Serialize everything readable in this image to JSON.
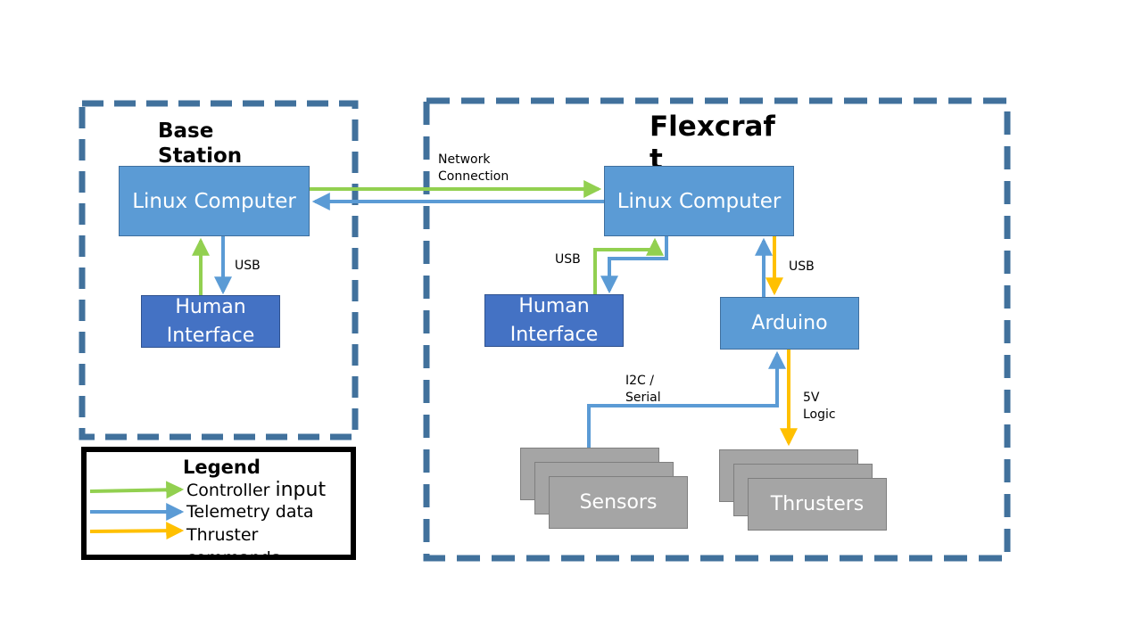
{
  "base_station": {
    "title": "Base Station",
    "computer": "Linux Computer",
    "human_interface": "Human Interface",
    "usb_label": "USB"
  },
  "network_label": "Network Connection",
  "flexcraft": {
    "title": "Flexcraft",
    "computer": "Linux Computer",
    "human_interface": "Human Interface",
    "arduino": "Arduino",
    "sensors": "Sensors",
    "thrusters": "Thrusters",
    "usb_label_left": "USB",
    "usb_label_right": "USB",
    "i2c_label": "I2C / Serial",
    "logic_label": "5V Logic"
  },
  "legend": {
    "title": "Legend",
    "items": [
      {
        "label_a": "Controller ",
        "label_b": "input",
        "color": "#92d050"
      },
      {
        "label_a": "Telemetry data",
        "label_b": "",
        "color": "#5b9bd5"
      },
      {
        "label_a": "Thruster commands",
        "label_b": "",
        "color": "#ffc000"
      }
    ]
  },
  "colors": {
    "controller_input": "#92d050",
    "telemetry": "#5b9bd5",
    "thruster": "#ffc000",
    "dashed_border": "#41719c"
  }
}
